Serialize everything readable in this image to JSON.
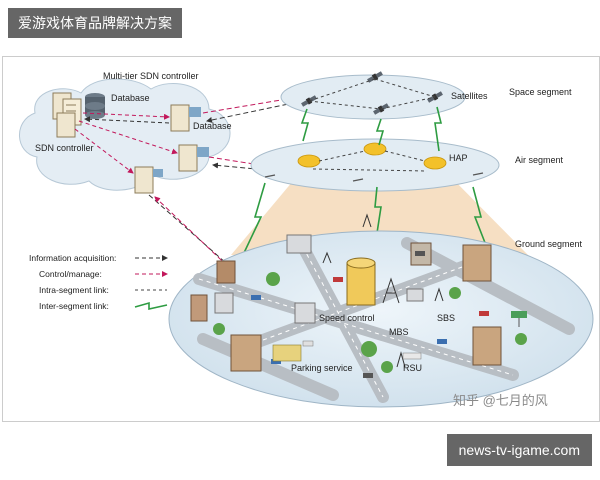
{
  "header": {
    "title": "爱游戏体育品牌解决方案"
  },
  "footer": {
    "site": "news-tv-igame.com"
  },
  "diagram": {
    "labels": {
      "controller_title": "Multi-tier SDN controller",
      "database_1": "Database",
      "database_2": "Database",
      "sdn_controller": "SDN controller",
      "satellites": "Satellites",
      "space_segment": "Space segment",
      "hap": "HAP",
      "air_segment": "Air segment",
      "ground_segment": "Ground segment",
      "speed_control": "Speed control",
      "mbs": "MBS",
      "sbs": "SBS",
      "parking_service": "Parking service",
      "rsu": "RSU",
      "watermark": "知乎 @七月的风"
    },
    "legend": [
      {
        "label": "Information acquisition:",
        "style": "info"
      },
      {
        "label": "Control/manage:",
        "style": "control"
      },
      {
        "label": "Intra-segment link:",
        "style": "intra"
      },
      {
        "label": "Inter-segment link:",
        "style": "inter"
      }
    ],
    "colors": {
      "cloud": "#e4edf4",
      "disk_fill": "#cfe1ec",
      "ground_disk": "#dbe9f2",
      "beam": "#f4d9b8",
      "control_link": "#c2185b",
      "info_link": "#333333",
      "inter_link": "#2e9c42",
      "hap_balloon": "#f3c12a",
      "road": "#b8bec4"
    }
  }
}
